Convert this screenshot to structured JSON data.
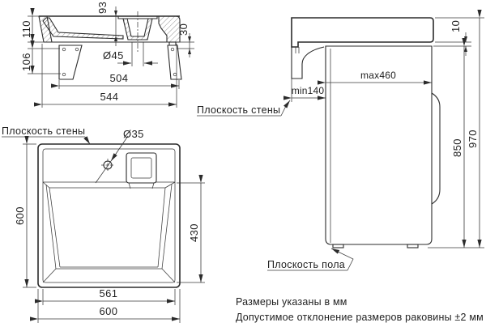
{
  "front": {
    "d93": "93",
    "d110": "110",
    "d106": "106",
    "d30": "30",
    "d45": "Ø45",
    "d504": "504",
    "d544": "544"
  },
  "side": {
    "d10": "10",
    "dmax460": "max460",
    "dmin140": "min140",
    "d850": "850",
    "d970": "970",
    "wall_label": "Плоскость стены",
    "floor_label": "Плоскость пола"
  },
  "top": {
    "wall_label": "Плоскость стены",
    "d35": "Ø35",
    "d600_left": "600",
    "d430": "430",
    "d561": "561",
    "d600_bottom": "600"
  },
  "notes": {
    "line1": "Размеры указаны в мм",
    "line2": "Допустимое отклонение размеров раковины ±2 мм"
  }
}
